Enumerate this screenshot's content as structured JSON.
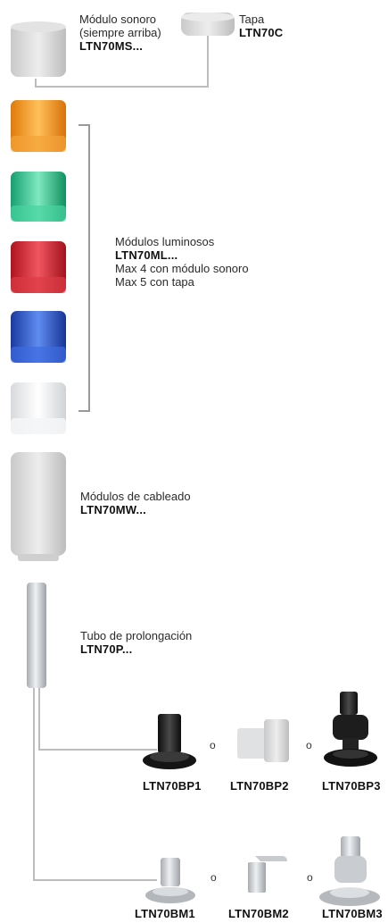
{
  "sound_module": {
    "label_line1": "Módulo sonoro",
    "label_line2": "(siempre arriba)",
    "code": "LTN70MS..."
  },
  "cap": {
    "label": "Tapa",
    "code": "LTN70C"
  },
  "light_modules": {
    "label": "Módulos luminosos",
    "code": "LTN70ML...",
    "note1": "Max 4 con módulo sonoro",
    "note2": "Max 5 con tapa",
    "colors": [
      "#f0951e",
      "#2fbf8b",
      "#d0242e",
      "#2352c2",
      "#eef0f2"
    ]
  },
  "wiring_module": {
    "label": "Módulos de cableado",
    "code": "LTN70MW..."
  },
  "extension_tube": {
    "label": "Tubo de prolongación",
    "code": "LTN70P..."
  },
  "bases_plastic": {
    "items": [
      "LTN70BP1",
      "LTN70BP2",
      "LTN70BP3"
    ],
    "sep": "o"
  },
  "bases_metal": {
    "items": [
      "LTN70BM1",
      "LTN70BM2",
      "LTN70BM3"
    ],
    "sep": "o"
  }
}
